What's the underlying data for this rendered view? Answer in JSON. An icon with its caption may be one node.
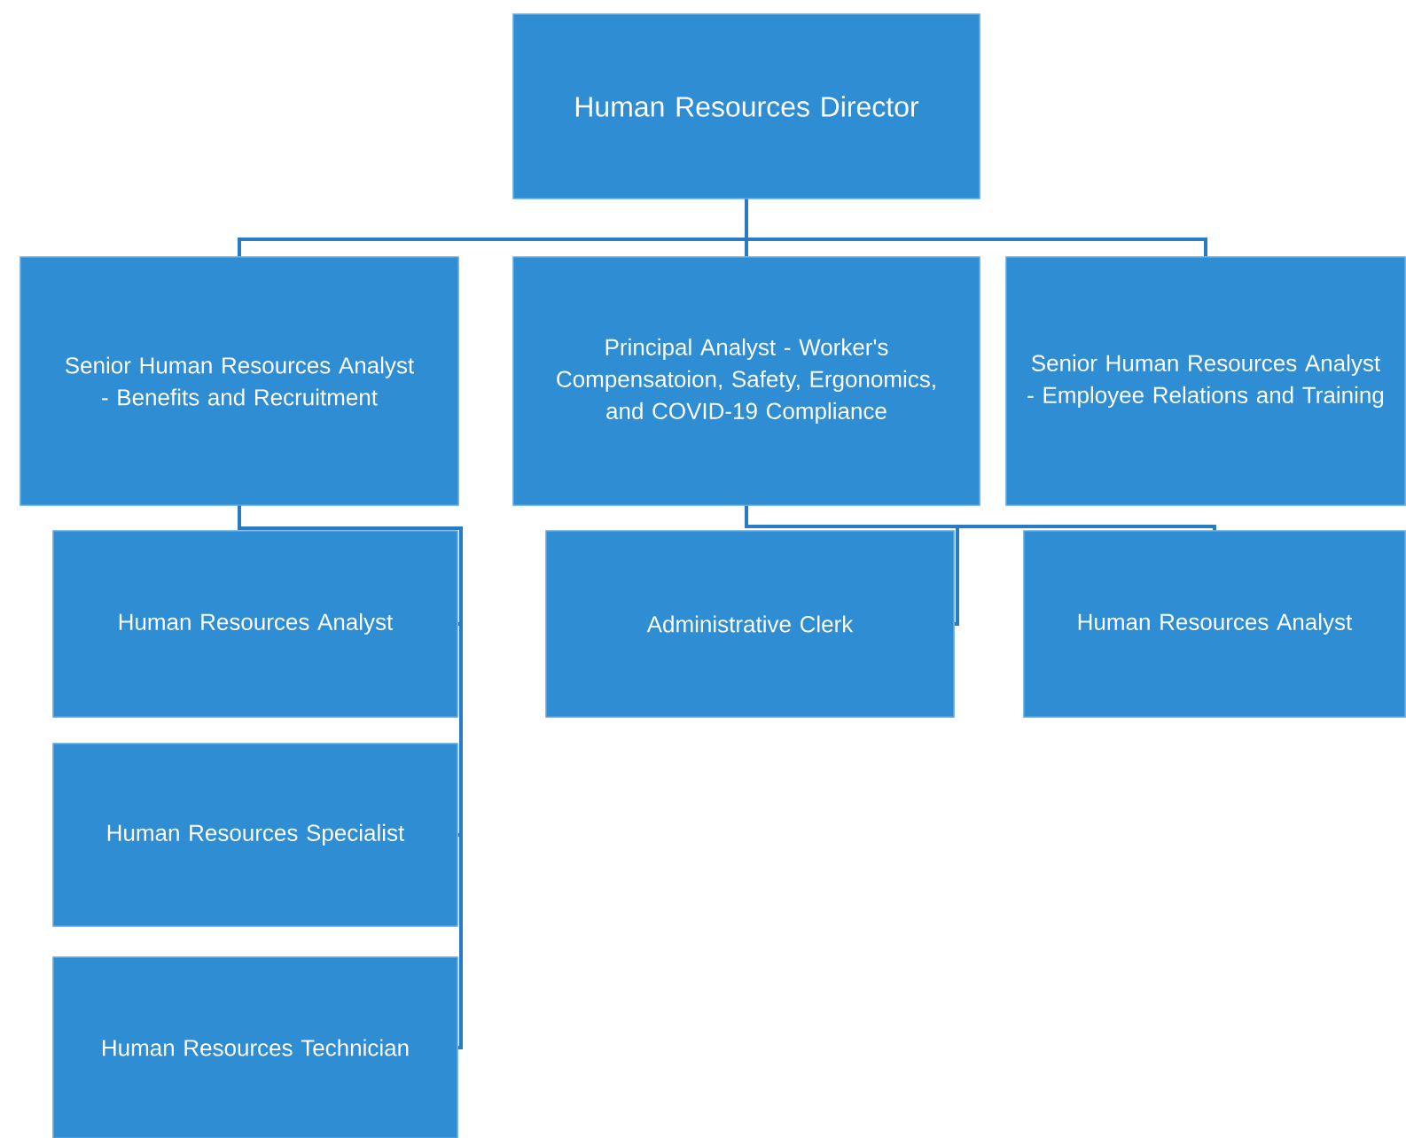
{
  "diagram": {
    "nodes": [
      {
        "text": [
          "Human Resources Director"
        ]
      },
      {
        "text": [
          "Senior Human Resources Analyst - Benefits and Recruitment"
        ]
      },
      {
        "text": [
          "Principal Analyst - Worker's Compensatoion, Safety, Ergonomics, and COVID-19 Compliance"
        ]
      },
      {
        "text": [
          "Senior Human Resources Analyst - Employee Relations and Training"
        ]
      },
      {
        "text": [
          "Human Resources Analyst"
        ]
      },
      {
        "text": [
          "Human Resources Specialist"
        ]
      },
      {
        "text": [
          "Human Resources Technician"
        ]
      },
      {
        "text": [
          "Administrative Clerk"
        ]
      },
      {
        "text": [
          "Human Resources Analyst"
        ]
      }
    ],
    "edges": [
      {
        "from": 0,
        "to": 1,
        "arrow": "none"
      },
      {
        "from": 0,
        "to": 2,
        "arrow": "none"
      },
      {
        "from": 0,
        "to": 3,
        "arrow": "none"
      },
      {
        "from": 1,
        "to": 4,
        "arrow": "none"
      },
      {
        "from": 1,
        "to": 5,
        "arrow": "none"
      },
      {
        "from": 1,
        "to": 6,
        "arrow": "none"
      },
      {
        "from": 2,
        "to": 7,
        "arrow": "none"
      },
      {
        "from": 2,
        "to": 8,
        "arrow": "none"
      }
    ]
  }
}
